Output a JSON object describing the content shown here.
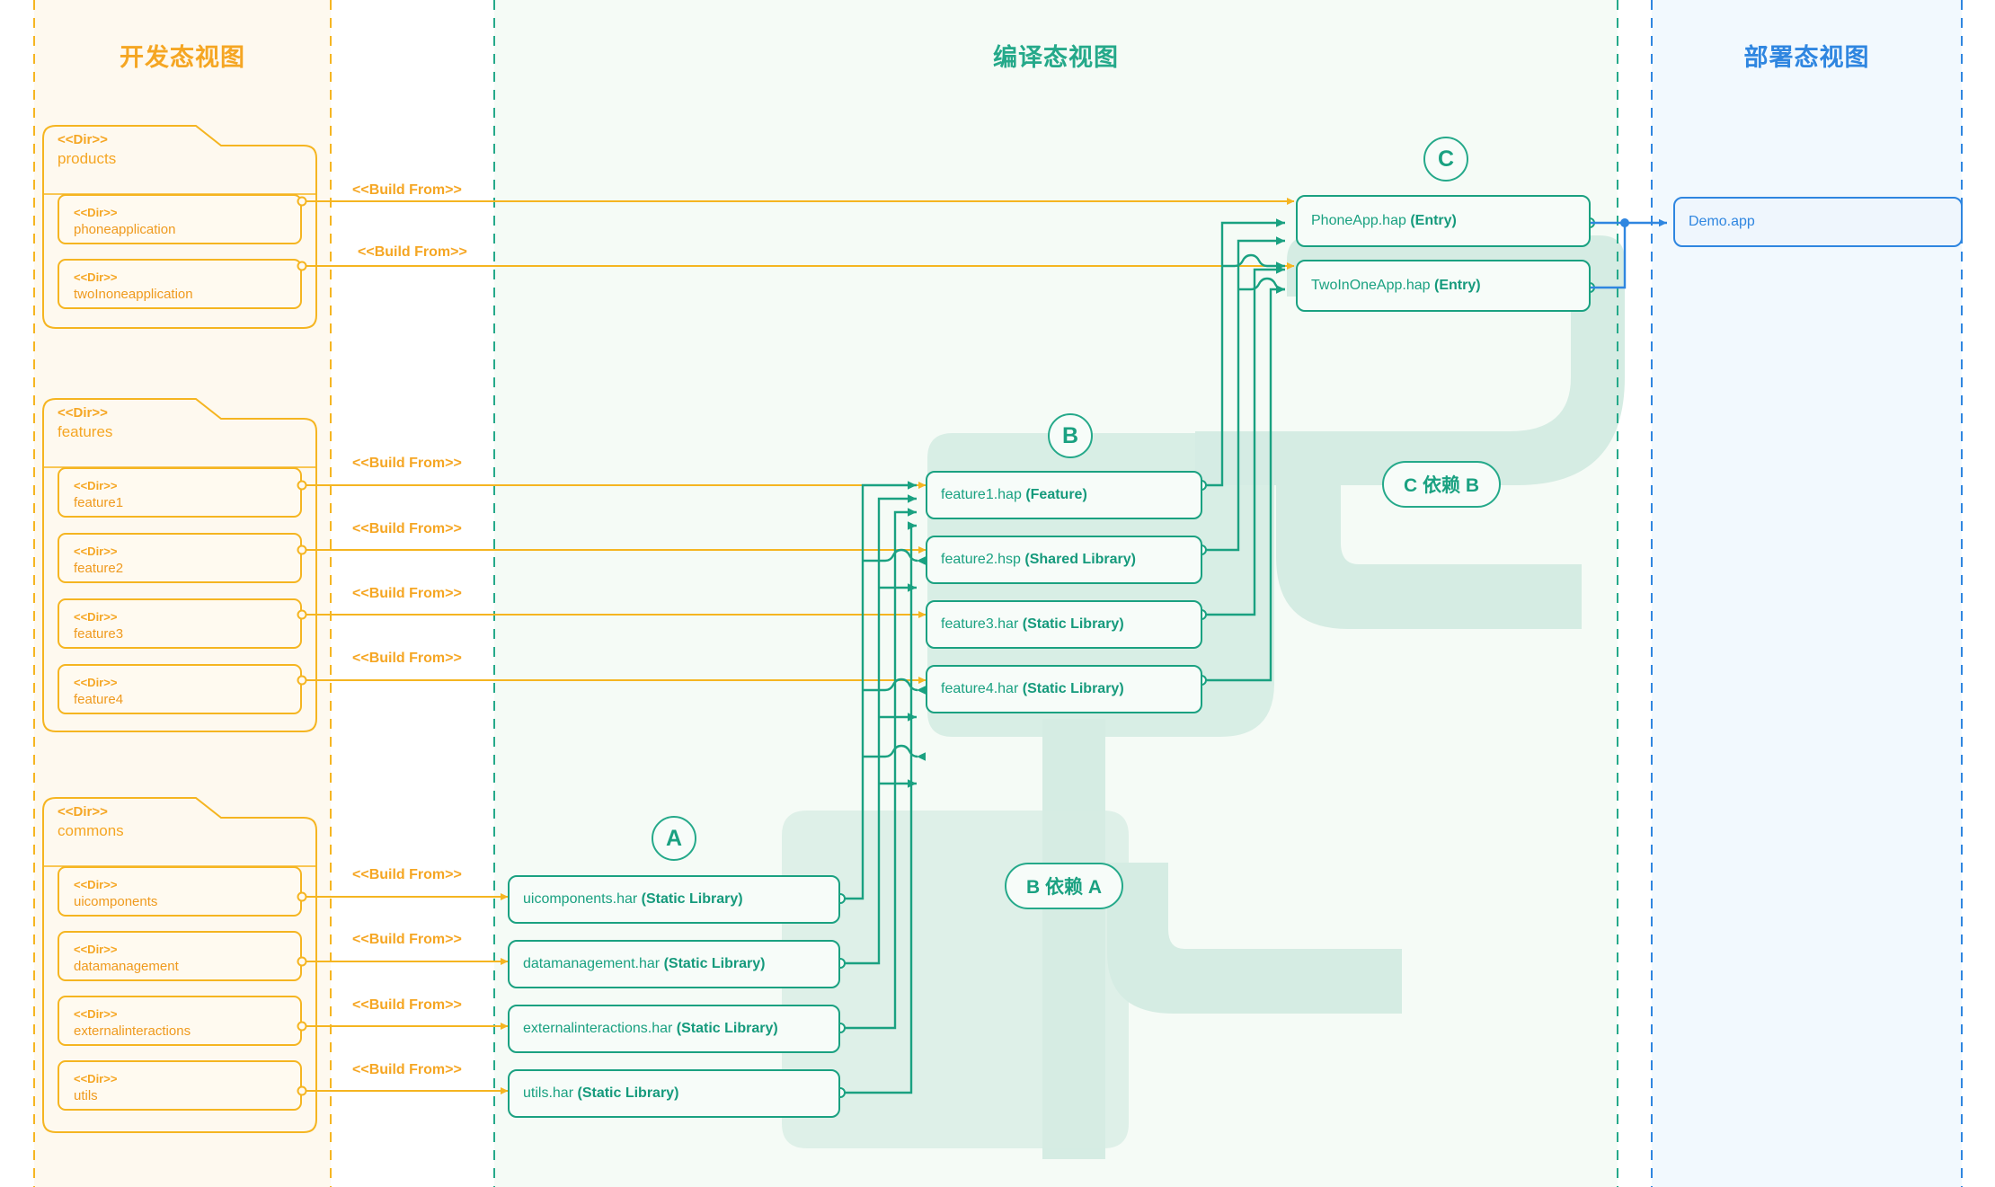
{
  "columns": [
    {
      "id": "dev",
      "title": "开发态视图",
      "color": "#f5a623"
    },
    {
      "id": "compile",
      "title": "编译态视图",
      "color": "#25a98a"
    },
    {
      "id": "deploy",
      "title": "部署态视图",
      "color": "#2f86e0"
    }
  ],
  "stereotype_dir": "<<Dir>>",
  "build_from_label": "<<Build From>>",
  "dev_view": {
    "folders": [
      {
        "name": "products",
        "children": [
          {
            "name": "phoneapplication"
          },
          {
            "name": "twoInoneapplication"
          }
        ]
      },
      {
        "name": "features",
        "children": [
          {
            "name": "feature1"
          },
          {
            "name": "feature2"
          },
          {
            "name": "feature3"
          },
          {
            "name": "feature4"
          }
        ]
      },
      {
        "name": "commons",
        "children": [
          {
            "name": "uicomponents"
          },
          {
            "name": "datamanagement"
          },
          {
            "name": "externalinteractions"
          },
          {
            "name": "utils"
          }
        ]
      }
    ]
  },
  "compile_view": {
    "group_c": {
      "badge": "C",
      "nodes": [
        {
          "name": "PhoneApp.hap",
          "kind": "(Entry)"
        },
        {
          "name": "TwoInOneApp.hap",
          "kind": "(Entry)"
        }
      ]
    },
    "group_b": {
      "badge": "B",
      "nodes": [
        {
          "name": "feature1.hap",
          "kind": "(Feature)"
        },
        {
          "name": "feature2.hsp",
          "kind": "(Shared Library)"
        },
        {
          "name": "feature3.har",
          "kind": "(Static Library)"
        },
        {
          "name": "feature4.har",
          "kind": "(Static Library)"
        }
      ]
    },
    "group_a": {
      "badge": "A",
      "nodes": [
        {
          "name": "uicomponents.har",
          "kind": "(Static Library)"
        },
        {
          "name": "datamanagement.har",
          "kind": "(Static Library)"
        },
        {
          "name": "externalinteractions.har",
          "kind": "(Static Library)"
        },
        {
          "name": "utils.har",
          "kind": "(Static Library)"
        }
      ]
    },
    "dependency_notes": [
      {
        "id": "c-dep-b",
        "label": "C 依赖 B"
      },
      {
        "id": "b-dep-a",
        "label": "B 依赖 A"
      }
    ]
  },
  "deploy_view": {
    "nodes": [
      {
        "name": "Demo.app"
      }
    ]
  },
  "build_from_arrows": [
    {
      "from": "phoneapplication",
      "to": "PhoneApp.hap"
    },
    {
      "from": "twoInoneapplication",
      "to": "TwoInOneApp.hap"
    },
    {
      "from": "feature1",
      "to": "feature1.hap"
    },
    {
      "from": "feature2",
      "to": "feature2.hsp"
    },
    {
      "from": "feature3",
      "to": "feature3.har"
    },
    {
      "from": "feature4",
      "to": "feature4.har"
    },
    {
      "from": "uicomponents",
      "to": "uicomponents.har"
    },
    {
      "from": "datamanagement",
      "to": "datamanagement.har"
    },
    {
      "from": "externalinteractions",
      "to": "externalinteractions.har"
    },
    {
      "from": "utils",
      "to": "utils.har"
    }
  ],
  "palette": {
    "orange": "#f5b521",
    "orange_text": "#f5a623",
    "green": "#1aa181",
    "green_soft": "#d5ece3",
    "blue": "#2f86e0",
    "dev_bg": "#fef9ef",
    "compile_bg": "#f5fbf6",
    "deploy_bg": "#f2f9fe"
  }
}
